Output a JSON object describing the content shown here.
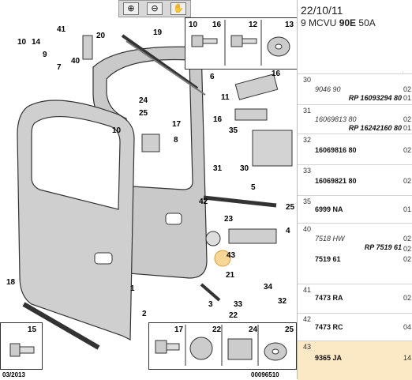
{
  "toolbar": {
    "zoom_in": "⊕",
    "zoom_out": "⊖",
    "pan": "✋"
  },
  "header": {
    "date": "22/10/11",
    "vehicle_prefix": "9 MCVU",
    "vehicle_bold": "90E",
    "vehicle_suffix": "50A"
  },
  "footer": {
    "date_code": "03/2013",
    "figure_code": "00096510"
  },
  "callouts": {
    "n10a": "10",
    "n14": "14",
    "n9": "9",
    "n41": "41",
    "n40": "40",
    "n20": "20",
    "n19": "19",
    "n7": "7",
    "n6": "6",
    "n16a": "16",
    "n11": "11",
    "n24": "24",
    "n25a": "25",
    "n10b": "10",
    "n17": "17",
    "n8": "8",
    "n16b": "16",
    "n35": "35",
    "n31": "31",
    "n30": "30",
    "n5": "5",
    "n42": "42",
    "n23": "23",
    "n25b": "25",
    "n4": "4",
    "n43": "43",
    "n18": "18",
    "n1": "1",
    "n2": "2",
    "n21": "21",
    "n33": "33",
    "n22": "22",
    "n34": "34",
    "n32": "32",
    "n3": "3",
    "box_top": [
      "10",
      "16",
      "12",
      "13"
    ],
    "box_bl": [
      "15"
    ],
    "box_br": [
      "17",
      "22",
      "24",
      "25"
    ]
  },
  "parts": [
    {
      "idx": "30",
      "italic": "9046 90",
      "rp": "RP 16093294 80",
      "qty": [
        "02",
        "01"
      ]
    },
    {
      "idx": "31",
      "italic": "16069813 80",
      "rp": "RP 16242160 80",
      "qty": [
        "02",
        "01"
      ]
    },
    {
      "idx": "32",
      "ref": "16069816 80",
      "qty": [
        "02"
      ]
    },
    {
      "idx": "33",
      "ref": "16069821 80",
      "qty": [
        "02"
      ]
    },
    {
      "idx": "35",
      "ref": "6999 NA",
      "qty": [
        "01"
      ]
    },
    {
      "idx": "40",
      "italic": "7518 HW",
      "rp": "RP 7519 61",
      "ref": "7519 61",
      "qty": [
        "02",
        "02",
        "02"
      ]
    },
    {
      "idx": "41",
      "ref": "7473 RA",
      "qty": [
        "02"
      ]
    },
    {
      "idx": "42",
      "ref": "7473 RC",
      "qty": [
        "04"
      ]
    },
    {
      "idx": "43",
      "ref": "9365 JA",
      "qty": [
        "14"
      ],
      "highlight": true
    }
  ]
}
